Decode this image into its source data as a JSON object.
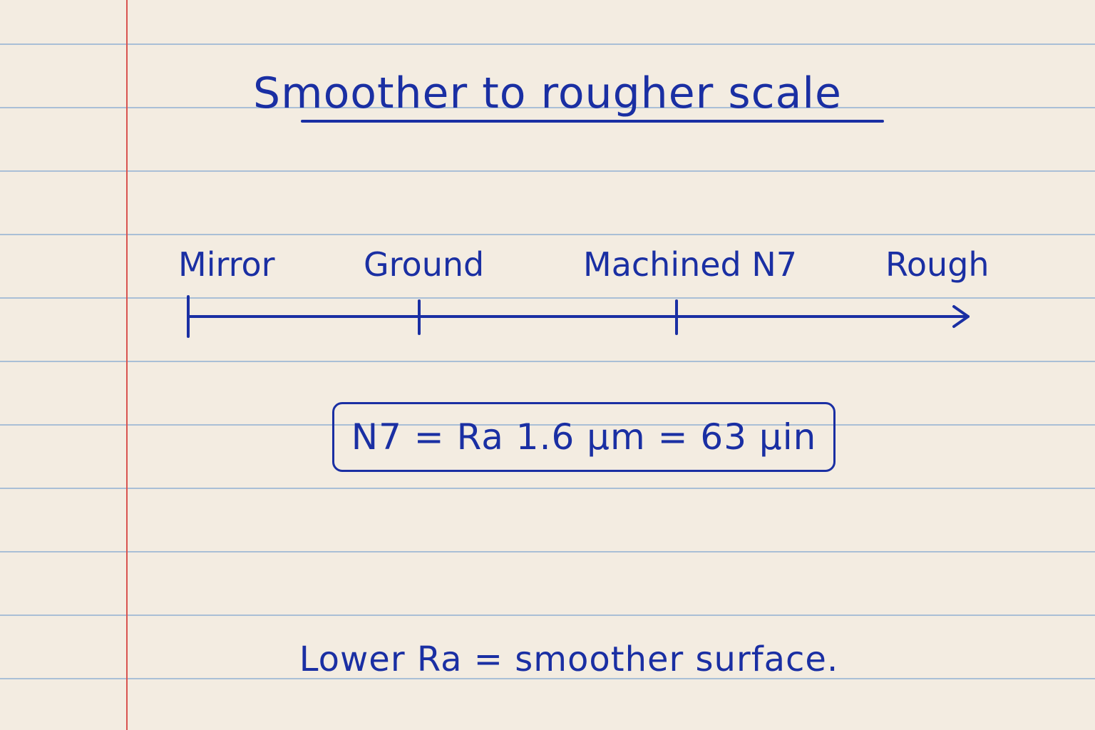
{
  "title": "Smoother to rougher scale",
  "scale": {
    "labels": [
      "Mirror",
      "Ground",
      "Machined N7",
      "Rough"
    ]
  },
  "equation": "N7 = Ra 1.6 µm = 63 µin",
  "footnote": "Lower Ra = smoother surface.",
  "colors": {
    "ink": "#1a2fa3",
    "paper": "#f3ece1",
    "rule_line": "#a9bfd6",
    "margin_line": "#d9534f"
  }
}
